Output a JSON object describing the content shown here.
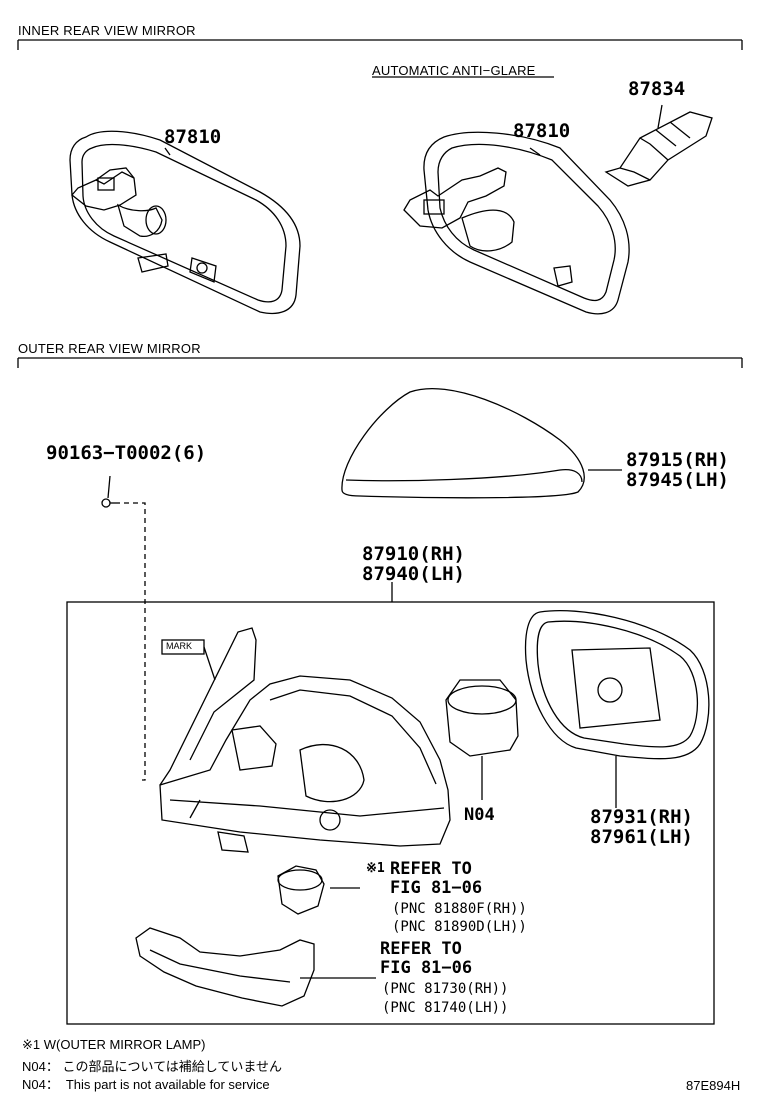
{
  "sections": {
    "inner": {
      "title": "INNER REAR VIEW MIRROR",
      "variant_label": "AUTOMATIC ANTI−GLARE"
    },
    "outer": {
      "title": "OUTER REAR VIEW MIRROR"
    }
  },
  "parts": {
    "inner_mirror_std": "87810",
    "inner_mirror_auto": "87810",
    "inner_cover": "87834",
    "screw": "90163−T0002(6)",
    "cover_rh": "87915(RH)",
    "cover_lh": "87945(LH)",
    "assy_rh": "87910(RH)",
    "assy_lh": "87940(LH)",
    "glass_rh": "87931(RH)",
    "glass_lh": "87961(LH)",
    "motor": "N04",
    "mark_tag": "MARK"
  },
  "refs": {
    "lamp": {
      "prefix": "※1",
      "line1": "REFER TO",
      "line2": "FIG 81−06",
      "pnc1": "(PNC 81880F(RH))",
      "pnc2": "(PNC 81890D(LH))"
    },
    "turn": {
      "line1": "REFER TO",
      "line2": "FIG 81−06",
      "pnc1": "(PNC 81730(RH))",
      "pnc2": "(PNC 81740(LH))"
    }
  },
  "notes": {
    "n1": "※1 W(OUTER MIRROR LAMP)",
    "n2": "N04： この部品については補給していません",
    "n3": "N04：  This part is not available for service"
  },
  "figure_id": "87E894H"
}
